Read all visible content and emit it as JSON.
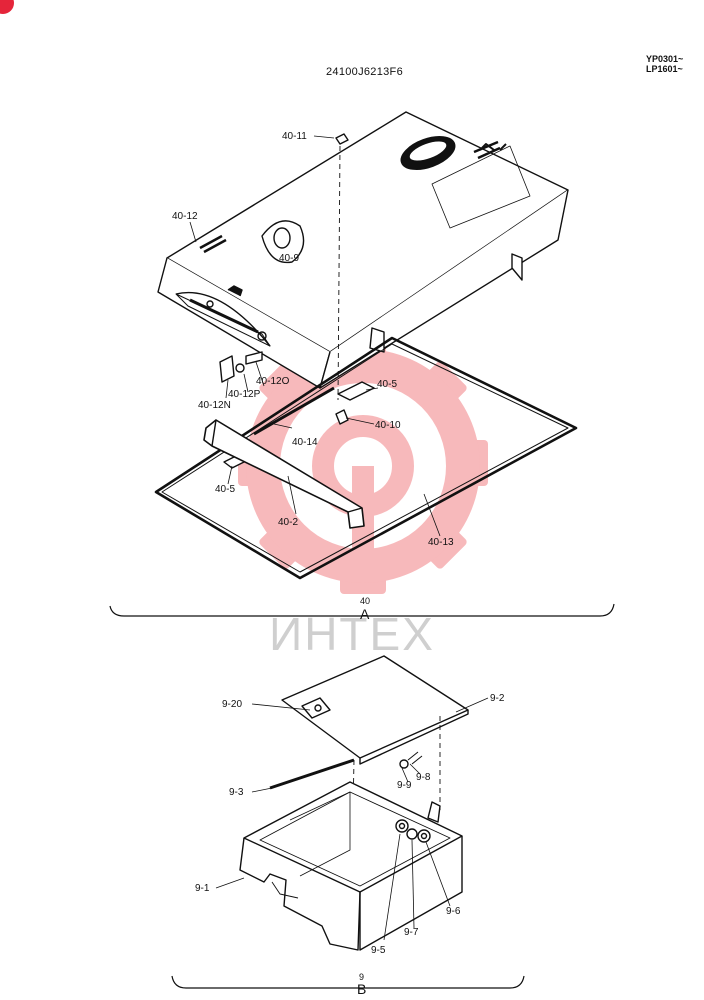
{
  "header": {
    "doc_code": "24100J6213F6",
    "serial_ranges": [
      "YP0301~",
      "LP1601~"
    ]
  },
  "watermark": {
    "text": "ИНТЕХ",
    "color": "#e8282e"
  },
  "group_a": {
    "number": "40",
    "letter": "A",
    "labels": {
      "p40_11": "40-11",
      "p40_12": "40-12",
      "p40_9": "40-9",
      "p40_12O": "40-12O",
      "p40_12P": "40-12P",
      "p40_12N": "40-12N",
      "p40_5_top": "40-5",
      "p40_10": "40-10",
      "p40_14": "40-14",
      "p40_5_bottom": "40-5",
      "p40_2": "40-2",
      "p40_13": "40-13"
    }
  },
  "group_b": {
    "number": "9",
    "letter": "B",
    "labels": {
      "p9_20": "9-20",
      "p9_2": "9-2",
      "p9_8": "9-8",
      "p9_9": "9-9",
      "p9_3": "9-3",
      "p9_1": "9-1",
      "p9_5": "9-5",
      "p9_7": "9-7",
      "p9_6": "9-6"
    }
  }
}
